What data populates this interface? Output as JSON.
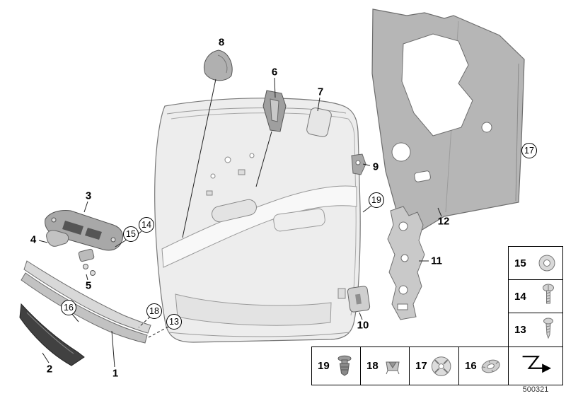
{
  "doc_number": "500321",
  "callouts": {
    "c1": "1",
    "c2": "2",
    "c3": "3",
    "c4": "4",
    "c5": "5",
    "c6": "6",
    "c7": "7",
    "c8": "8",
    "c9": "9",
    "c10": "10",
    "c11": "11",
    "c12": "12",
    "c13": "13",
    "c14": "14",
    "c15": "15",
    "c16": "16",
    "c17": "17",
    "c18": "18",
    "c19": "19"
  },
  "legend": {
    "c15": {
      "label": "15",
      "icon": "washer-icon"
    },
    "c14": {
      "label": "14",
      "icon": "pan-head-screw-icon"
    },
    "c13": {
      "label": "13",
      "icon": "tapping-screw-icon"
    },
    "c19": {
      "label": "19",
      "icon": "expanding-rivet-icon"
    },
    "c18": {
      "label": "18",
      "icon": "spring-clip-icon"
    },
    "c17": {
      "label": "17",
      "icon": "retainer-clip-icon"
    },
    "c16": {
      "label": "16",
      "icon": "lock-washer-icon"
    },
    "corner_icon": "continuation-arrow-icon"
  },
  "colors": {
    "line": "#000000",
    "door_panel_gray": "#ededed",
    "insulation_gray": "#b6b6b6",
    "dark_trim": "#414141"
  }
}
